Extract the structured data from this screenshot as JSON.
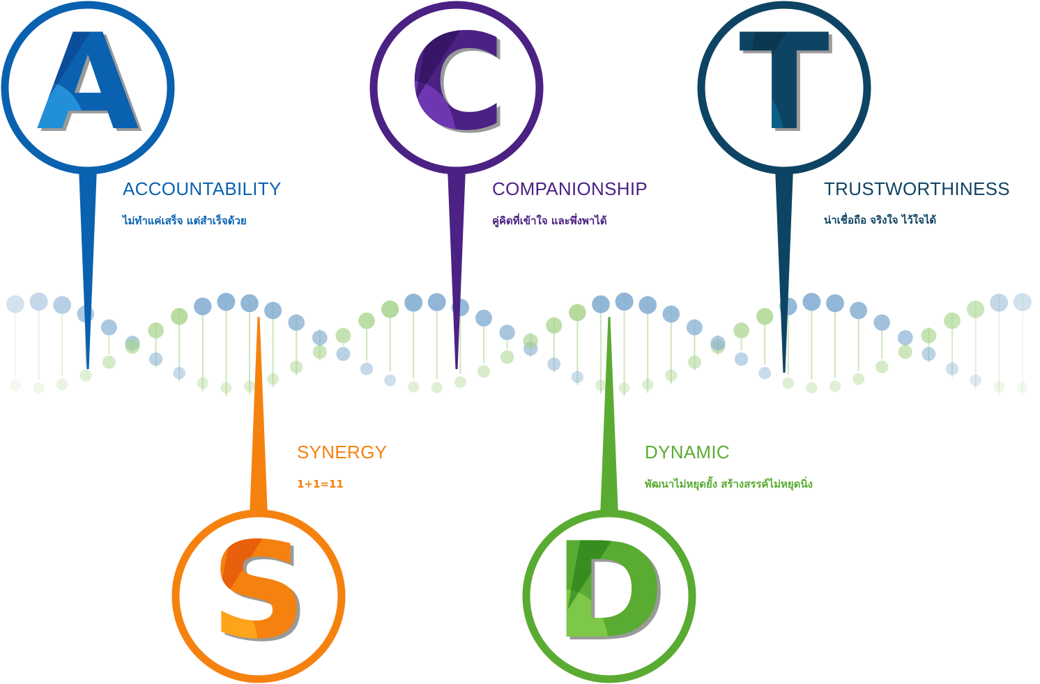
{
  "values": [
    {
      "id": "accountability",
      "letter": "A",
      "title": "ACCOUNTABILITY",
      "subtitle": "ไม่ทำแค่เสร็จ แต่สำเร็จด้วย",
      "color": "#0a61b0",
      "dark": "#0c3f8c",
      "light": "#2aa0e6"
    },
    {
      "id": "companionship",
      "letter": "C",
      "title": "COMPANIONSHIP",
      "subtitle": "คู่คิดที่เข้าใจ และพึ่งพาได้",
      "color": "#4b2183",
      "dark": "#2a0f55",
      "light": "#7a3fc0"
    },
    {
      "id": "trustworthiness",
      "letter": "T",
      "title": "TRUSTWORTHINESS",
      "subtitle": "น่าเชื่อถือ จริงใจ ไว้ใจได้",
      "color": "#0e4463",
      "dark": "#083148",
      "light": "#0a6a94"
    },
    {
      "id": "synergy",
      "letter": "S",
      "title": "SYNERGY",
      "subtitle": "1+1=11",
      "color": "#f5810f",
      "dark": "#e04a0a",
      "light": "#ffb020"
    },
    {
      "id": "dynamic",
      "letter": "D",
      "title": "DYNAMIC",
      "subtitle": "พัฒนาไม่หยุดยั้ง สร้างสรรค์ไม่หยุดนิ่ง",
      "color": "#5aab32",
      "dark": "#1f7a12",
      "light": "#8ad150"
    }
  ],
  "helix": {
    "blue_color": "#84aed2",
    "green_color": "#a8d48c",
    "rung_color": "#b8dca4"
  }
}
